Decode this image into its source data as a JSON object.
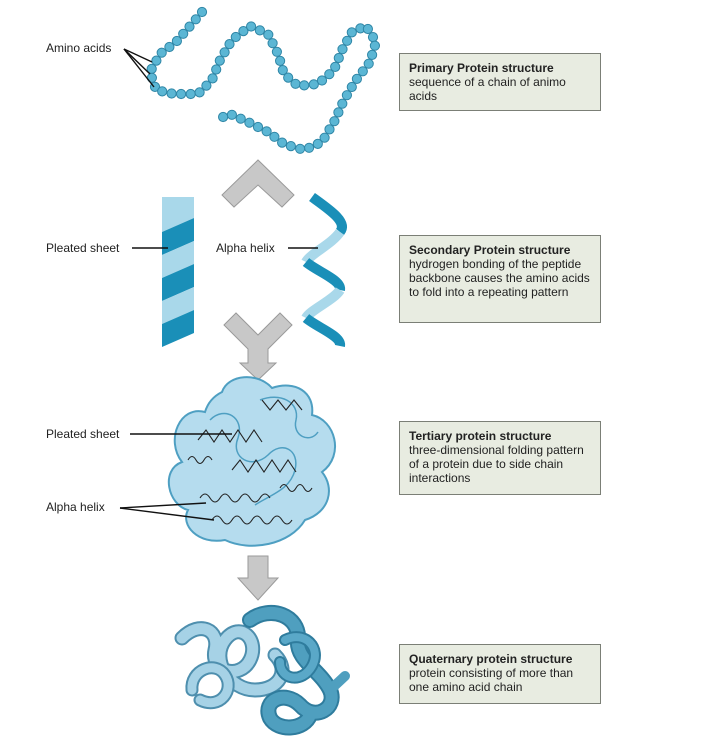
{
  "labels": {
    "amino_acids": "Amino acids",
    "pleated_sheet_secondary": "Pleated sheet",
    "alpha_helix_secondary": "Alpha helix",
    "pleated_sheet_tertiary": "Pleated sheet",
    "alpha_helix_tertiary": "Alpha helix"
  },
  "boxes": {
    "primary": {
      "title": "Primary Protein structure",
      "desc": "sequence of a chain of animo acids"
    },
    "secondary": {
      "title": "Secondary Protein structure",
      "desc": "hydrogen bonding of the peptide backbone causes the amino acids to fold into a repeating pattern"
    },
    "tertiary": {
      "title": "Tertiary protein structure",
      "desc": "three-dimensional folding pattern of a protein due to side chain interactions"
    },
    "quaternary": {
      "title": "Quaternary protein structure",
      "desc": "protein consisting of more than one amino acid chain"
    }
  },
  "colors": {
    "bead_fill": "#5bb6d4",
    "bead_stroke": "#2f86a6",
    "sheet_dark": "#1a8fb8",
    "sheet_light": "#a9d8ea",
    "tertiary_fill": "#b5dcee",
    "tertiary_stroke": "#4e9fc2",
    "quat_light": "#a6d2e6",
    "quat_dark": "#4f9fbf",
    "arrow_fill": "#c8c8c8",
    "arrow_stroke": "#9a9a9a",
    "box_bg": "#e8ece1",
    "box_border": "#7b7f76"
  }
}
